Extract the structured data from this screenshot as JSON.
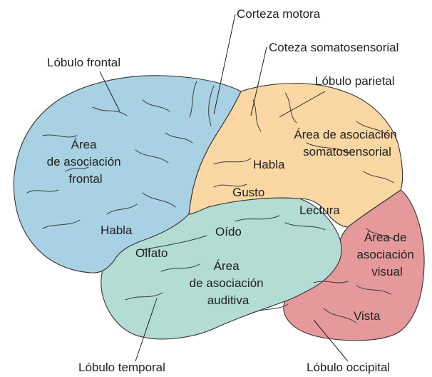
{
  "colors": {
    "frontal": "#a9d1e4",
    "parietal": "#fbd7a3",
    "temporal": "#b2dcd4",
    "occipital": "#e5999b"
  },
  "callouts": {
    "motor_cortex": "Corteza motora",
    "somatosensory_cortex": "Coteza somatosensorial",
    "frontal_lobe": "Lóbulo frontal",
    "parietal_lobe": "Lóbulo parietal",
    "temporal_lobe": "Lóbulo temporal",
    "occipital_lobe": "Lóbulo occipital"
  },
  "areas": {
    "frontal_association": [
      "Área",
      "de asociación",
      "frontal"
    ],
    "speech_frontal": "Habla",
    "somatosensory_association": [
      "Área de asociación",
      "somatosensorial"
    ],
    "speech_parietal": "Habla",
    "taste": "Gusto",
    "reading": "Lectura",
    "hearing": "Oído",
    "smell": "Olfato",
    "auditory_association": [
      "Área",
      "de asociación",
      "auditiva"
    ],
    "visual_association": [
      "Área de",
      "asociación",
      "visual"
    ],
    "vision": "Vista"
  }
}
